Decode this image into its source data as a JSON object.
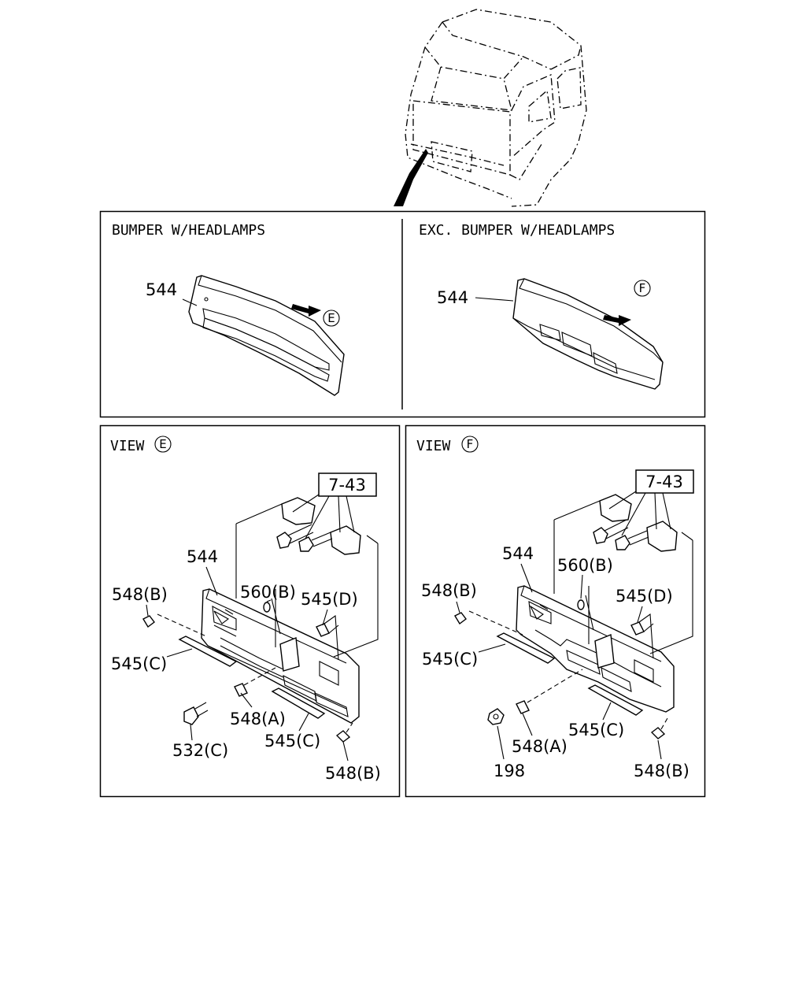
{
  "panels": {
    "top_left_title": "BUMPER W/HEADLAMPS",
    "top_right_title": "EXC. BUMPER W/HEADLAMPS",
    "view_e_title": "VIEW",
    "view_f_title": "VIEW"
  },
  "view_markers": {
    "e": "E",
    "f": "F"
  },
  "labels": {
    "tl_544": "544",
    "tr_544": "544",
    "e_ref": "7-43",
    "e_544": "544",
    "e_560b": "560(B)",
    "e_548b_top": "548(B)",
    "e_545d": "545(D)",
    "e_545c_left": "545(C)",
    "e_548a": "548(A)",
    "e_545c_bottom": "545(C)",
    "e_532c": "532(C)",
    "e_548b_bottom": "548(B)",
    "f_ref": "7-43",
    "f_544": "544",
    "f_560b": "560(B)",
    "f_548b_top": "548(B)",
    "f_545d": "545(D)",
    "f_545c_left": "545(C)",
    "f_548a": "548(A)",
    "f_545c_bottom": "545(C)",
    "f_198": "198",
    "f_548b_bottom": "548(B)"
  }
}
